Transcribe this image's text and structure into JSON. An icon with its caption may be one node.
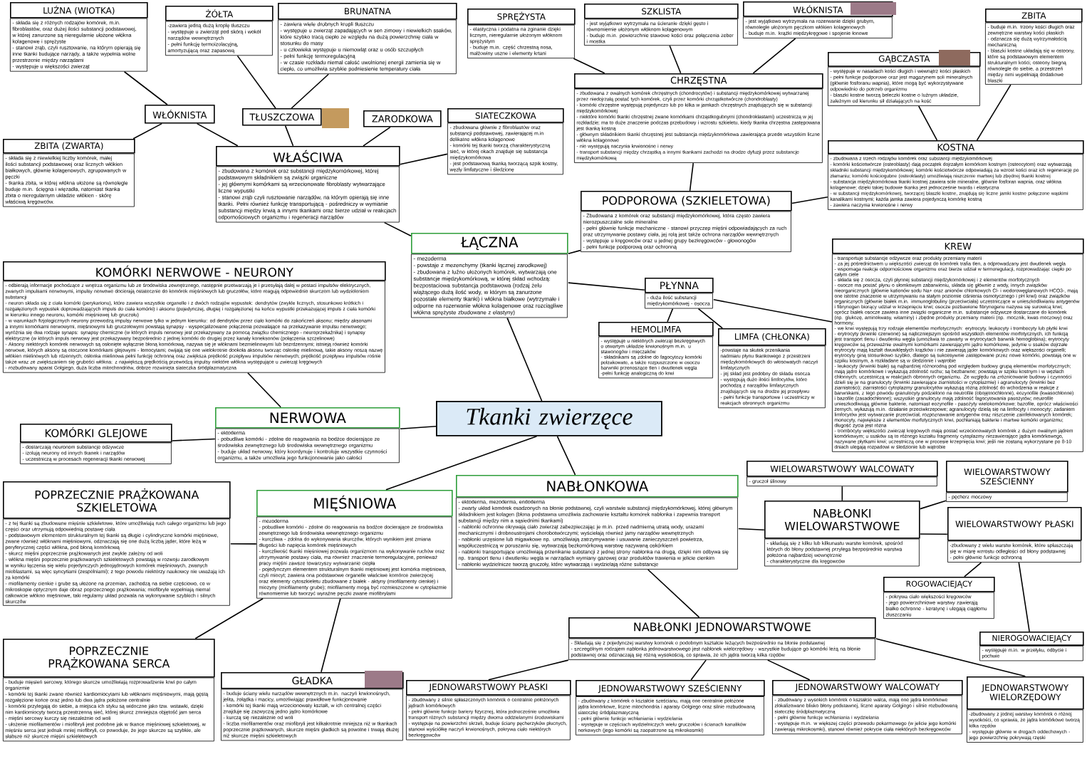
{
  "diagram": {
    "nodes": [
      {
        "text": [
          "Tkanki zwierzęce"
        ]
      },
      {
        "text": [
          "ŁĄCZNA",
          "- mezoderma",
          "- powstaje z mezenchymy (tkanki łącznej zarodkowej)",
          "- zbudowana z luźno ułożonych komórek, wytwarzają one substancje międzykomórkową, w której skład wchodzą: bezpostaciowa substancja podstawowa (rodzaj żelu wiążącego dużą ilość wody, w którym są zanurzone pozostałe elementy tkanki) i włókna białkowe (wytrzymałe i odporne na rozerwanie włókna kolagenowe oraz rozciągliwe włókna sprężyste zbudowane z elastyny)"
        ]
      },
      {
        "text": [
          "WŁAŚCIWA",
          "- zbudowana z komórek oraz substancji międzykomórkowej, której podstawowym składnikiem są związki organiczne",
          "- jej głównymi komórkami są wrzecionowate fibroblasty wytwarzające liczne wypustki",
          "- stanowi zrąb czyli rusztowanie narządów, na którym opierają się inne tkanki. Pełni również funkcję transportującą - pośredniczy w wymianie substancji między krwią a innymi tkankami oraz bierze udział w reakcjach odpornościowych organizmu i regeneracji narządów"
        ]
      },
      {
        "text": [
          "WŁÓKNISTA"
        ]
      },
      {
        "text": [
          "LUŹNA (WIOTKA)",
          "- składa się z różnych rodzajów komórek, m.in. fibroblastów, oraz dużej ilości substancji podstawowej, w której zanurzone są nieregularnie ułożone włókna kolagenowe i sprężyste",
          "- stanowi zrąb, czyli rusztowanie, na którym opierają się inne tkanki budujące narządy, a także wypełnia wolne przestrzenie między narządami",
          "- występuje u większości zwierząt"
        ]
      },
      {
        "text": [
          "ZBITA (ZWARTA)",
          "- składa się z niewielkiej liczby komórek, małej ilości substancji podstawowej oraz licznych włókien białkowych, głównie kolagenowych, zgrupowanych w pęczki",
          "- tkanka zbita, w której włókna ułożone są równolegle buduje m.in. ścięgna i więzadła, natomiast tkanka zbita o nieregularnym układzie włókien - skórę właściwą kręgowców."
        ]
      },
      {
        "text": [
          "TŁUSZCZOWA"
        ]
      },
      {
        "text": [
          "ŻÓŁTA",
          "-zawiera jedną dużą kroplę tłuszczu",
          "- występuje u zwierząt pod skórą i wokół narządów wewnętrznych",
          "- pełni funkcję termoizolacyjną, amortyzującą oraz zapasową"
        ]
      },
      {
        "text": [
          "BRUNATNA",
          "- zawiera wiele drobnych kropli tłuszczu",
          "- występuje u zwierząt zapadających w sen zimowy i niewielkich ssaków, które szybko tracą ciepło ze względu na dużą powierzchnię ciała w stosunku do masy",
          "- u człowieka występuje u niemowląt oraz u osób szczupłych",
          "- pełni funkcję termoregulacyjną",
          "- w czasie rozkładu niemal całość uwolnionej energii zamienia się w ciepło, co umożliwia szybkie podniesienie temperatury ciała"
        ]
      },
      {
        "text": [
          "ZARODKOWA"
        ]
      },
      {
        "text": [
          "SIATECZKOWA",
          "- zbudowana głównie z fibroblastów oraz substancji podstawowej, zawierającej m.in delikatne włókna kolagenowe",
          "- komórki tej tkanki tworzą charakterystyczną sieć, w której okach znajduje się substancja międzykomórkowa",
          "- jest podstawową tkanką tworzącą szpik kostny, węzły limfatyczne i śledzionę"
        ]
      },
      {
        "text": [
          "PODPOROWA (SZKIELETOWA)",
          "- Zbudowana z komórek oraz substancji międzykomórkowej, która często zawiera nierozpuszczalne sole mineralne",
          "- pełni głównie funkcje mechaniczne - stanowi przyczep mięśni odpowiadających za ruch oraz utrzymywanie postawy ciała, jej rolą jest także ochrona narządów wewnętrznych",
          "- występuje u kręgowców oraz u jednej grupy bezkręgowców - głowonogów",
          "- pełni funkcje podporową oraz ochronną"
        ]
      },
      {
        "text": [
          "CHRZĘSTNA",
          "- zbudowana z owalnych komórek chrzęstnych (chondrocytów) i substancji międzykomórkowej wytwarzanej przez niedojrzałą postać tych komórek, czyli przez komórki chrząstkotwórcze (chondroblasty)",
          "- komórki chrzęstne występują pojedynczo lub po kilka w jamkach chrzęstnych znajdujących się w substancji międzykomórkowej",
          "- niektóre komórki tkanki chrzęstnej zwane komórkami chrząstkogubnymi (chondroklastami) uczestniczą w jej rozkładzie; ma to duże znaczenie podczas przebudowy i wzrostu szkieletu, kiedy tkanka chrzęstna zastępowana jest tkanką kostną",
          "- głównym składnikiem tkanki chrzęstnej jest substancja międzykomórkowa zawierająca przede wszystkim liczne włókna kolagenowe",
          "- nie występują naczynia krwionośne i nerwy",
          "- transport substancji między chrząstką a innymi tkankami zachodzi na drodze dyfuzji przez substancje międzykomórkową"
        ]
      },
      {
        "text": [
          "SPRĘŻYSTA",
          "- elastyczna i podatna na zginanie dzięki licznym, nieregularnie ułożonym włóknom sprężystym",
          "- buduje m.in. część chrzestną nosa, małżowiny uszne i elementy krtani"
        ]
      },
      {
        "text": [
          "SZKLISTA",
          "- jest wyjątkowo wytrzymała na ścieranie dzięki gęsto i równomiernie ułożonym włóknom kolagenowym",
          "- buduje m.in. powierzchnie stawowe kości oraz połączenia żeber i mostka"
        ]
      },
      {
        "text": [
          "WŁÓKNISTA",
          "- jest wyjątkowo wytrzymała na rozerwanie dzięki grubym, równolegle ułożonym pęczkom włókien kolagenowych",
          "- buduje m.in. krążki międzykręgowe i spojenie łonowe"
        ]
      },
      {
        "text": [
          "KOSTNA",
          "- zbudowana z trzech rodzajów komórek oraz substancji międzykomórkowej",
          "- komórki kościotwórcze (osteoblasty) dają początek dojrzałym komórkom kostnym (osteocytom) oraz wytwarzają składniki substancji międzykomórkowej; komórki kościotwórcze odpowiadają za wzrost kości oraz ich regenerację po złamaniu; komórki kościogubne (osteoklasty) umożliwiają niszczenie martwej lub zbędnej tkanki kostnej",
          "- substancja międzykomórkowa tkanki kostnej zawiera sole mineralne, głównie fosforan wapnia, oraz włókna kolagenowe; dzięki takiej budowie tkanka jest jednocześnie twarda i elastyczna",
          "- w substancji międzykomórkowej, tworzącej blaszki kostne, znajdują się liczne jamki kostne połączone wąskimi kanalikami kostnymi; każda jamka zawiera pojedynczą komórkę kostną",
          "- zawiera naczynia krwionośne i nerwy"
        ]
      },
      {
        "text": [
          "GĄBCZASTA",
          "- występuje w nasadach kości długich i wewnątrz kości płaskich",
          "- pełni funkcje podporowe oraz jest magazynem soli mineralnych (głównie fosforanu wapnia), które mogą być wykorzystywane odpowiednio do potrzeb organizmu",
          "- blaszki kostne tworzą beleczki kostne o luźnym układzie, zależnym od kierunku sił działających na kość"
        ]
      },
      {
        "text": [
          "ZBITA",
          "- buduje m.in. trzony kości długich oraz zewnętrzne warstwy kości płaskich",
          "- odznacza się dużą wytrzymałością mechaniczną",
          "- blaszki kostne układają się w osteony, które są podstawowym elementem strukturalnym kości; osteony biegną równolegle do siebie, a przestrzeń między nimi wypełniają dodatkowe blaszki"
        ]
      },
      {
        "text": [
          "PŁYNNA",
          "- duża ilość substancji międzykomórkowej - osocza"
        ]
      },
      {
        "text": [
          "HEMOLIMFA",
          "- występuje u niektórych zwierząt bezkręgowych o otwartym układzie krwionośnym m.in. u stawonogów i mięczaków",
          "- składnikami są zdolne do fagocytozy komórki pełzakowate, a także rozpuszczone w osoczu barwniki przenoszące tlen i dwutlenek węgla",
          "-pełni funkcję analogiczną do krwi"
        ]
      },
      {
        "text": [
          "LIMFA (CHŁONKA)",
          "-powstaje na skutek przenikania nadmiaru płynu tkankowego z przestrzeni międzykomórkowych do włosowatych naczyń limfatycznych",
          "- jej skład jest podobny do składu osocza",
          "- występują duże ilości limfocytów, które pochodzą z narządów limfatycznych znajdujących się na drodze jej przepływu",
          "- pełni funkcje transportowe i uczestniczy w reakcjach obronnych organizmu"
        ]
      },
      {
        "text": [
          "KREW",
          "- transportuje substancje odżywcze oraz produkty przemiany materii",
          "- za jej pośrednictwem u większości zwierząt do komórek trafia tlen, a odprowadzany jest dwutlenek węgla",
          "- wspomaga reakcje odpornościowe organizmu oraz bierze udział w termoregulacji, rozprowadzając ciepło po całym ciele",
          "- składa się z osocza, czyli płynnej substancji międzykomórkowej i z elementów morfotycznych",
          "- osocze ma postać płynu o słomkowym zabarwieniu, składa się głównie z wody, innych związków nieorganicznych (głównie kationów sodu Na+ oraz anionów chlorkowych Cl- i wodorowęglanowych HCO3-, mają one istotne znaczenie w utrzymywaniu na stałym poziomie ciśnienia osmotycznego i pH krwi) oraz związków organicznych (głównie białek m.in. immunoglobuliny (przeciwciała) uczestniczące w unieszkodliwianiu antygenów i fibrynogen biorący udział w krzepnięciu krwi; osocze pozbawione fibrynogenu nazywa się surowicą krwi; oprócz białek osocze zawiera inne związki organiczne m.in. substancje odżywcze dostarczane do komórek (np. glukozę, aminokwasy, witaminy) i zbędne produkty przemiany materii (np. mocznik, kwas moczowy) oraz hormony.",
          "- we krwi występują trzy rodzaje elementów morfotycznych: erytrocyty, leukocyty i trombocyty lub płytki krwi",
          "- erytrocyty (krwinki czerwone) są najliczniejszym spośród wszystkich elementów morfotycznych, ich funkcją jest transport tlenu i dwutlenku węgla (umożliwia to zawarty w erytrocytach barwnik hemoglobina); erytrocyty kręgowców są przeważnie owalnymi komórkami zawierającymi jądro komórkowe, jedynie u ssaków dojrzałe erytrocyty mają kształt dwuwklęsłych krążków i nie zawierają jąder komórkowych oraz większości organelli; erytrocyty giną stosunkowo szybko, dlatego są sukcesywnie zastępowane przez nowe komórki, powstają one w szpiku kostnym, a rozkładane są w śledzionie i wątrobie",
          "- leukocyty (krwinki białe) są najbardziej różnorodną pod względem budowy grupą elementów morfotycznych; mają jądro komórkowe i wykazują zdolność ruchu; są bezbarwne; powstają w szpiku kostnym i w węzłach chłonnych; uczestniczą w reakcjach obronnych organizmu. Ze względu na zróżnicowanie budowy i czynności dzieli się je na granulocyty (krwinki zawierające ziarnistości w cytoplazmie) i agranulocyty (krwinki bez ziarnistości); ziarnistości cytoplazmy granulocytów wykazują różną zdolność do wchodzenia w reakcje z barwnikami, z tego powodu granulocyty podzielono na neutrofile (obojętnochłonne), eozynofile (kwasochłonne) i bazofile (zasadochłonne); wszystkie granulocyty mają zdolność fagocytowania pasożytów; neutrofile unieszkodliwiają głównie bakterie, natomiast eozynofile - pasożyty wielokomórkowe; bazofile, oprócz właściwości żernych, wykazują m.in. działanie przeciwkrzepowe; agranulocyty dzielą się na limfocyty i monocyty; zadaniem limfocytów jest wytwarzanie przeciwciał, rozpoznawanie antygenów oraz niszczenie zainfekowanych komórek; monocyty, największe z elementów morfotycznych krwi, pochłaniają bakterie i martwe komórki organizmu; długość życia jest różna",
          "- trombocyty większości zwierząt kręgowych mają postać wrzecionowatych komórek z dużym owalnym jądrem komórkowym; u ssaków są to różnego kształtu fragmenty cytoplazmy niezawierające jądra komórkowego, nazywane płytkami krwi; uczestniczą one w procesie krzepnięcia krwi; jeśli nie zostaną wykorzystane po 8-10 dniach ulegają rozpadowi w śledzionie lub wątrobie"
        ]
      },
      {
        "text": [
          "NERWOWA",
          "- ektoderma",
          "- pobudliwe komórki - zdolne do reagowania na bodźce docierające ze środowiska zewnętrznego lub środowiska wewnętrznego organizmu",
          "- buduje układ nerwowy, który koordynuje i kontroluje wszystkie czynności organizmu, a także umożliwia jego funkcjonowanie jako całości"
        ]
      },
      {
        "text": [
          "KOMÓRKI NERWOWE - NEURONY",
          "- odbierają informacje pochodzące z wnętrza organizmu lub ze środowiska zewnętrznego, następnie przetwarzają je i przesyłają dalej w postaci impulsów elektrycznych, zwanych impulsami nerwowymi, impulsy nerwowe docierają ostatecznie do komórek mięśniowych lub gruczołów, które reagują odpowiednio skurczem lub wydzieleniem substancji",
          "- neuron składa się z ciała komórki (perykarionu), które zawiera wszystkie organelle i z dwóch rodzajów wypustek: dendrytów (zwykle licznych, stosunkowo krótkich i rozgałęzionych wypustek doprowadzających impuls do ciała komórki) i aksonu (pojedynczej, długiej i rozgałęzionej na końcu wypustki przekazującej impuls z ciała komórki w kierunku innego neuronu, komórki mięśniowej lub gruczołu)",
          "- w warunkach fizjologicznych neurony przewodzą impulsy nerwowe tylko w jednym kierunku: od dendrytów przez ciało komórki do zakończeń aksonu; między aksonami a innymi komórkami nerwowymi, mięśniowymi lub gruczołowymi powstają synapsy - wyspecjalizowane połączenia pozwalające na przekazywanie impulsu nerwowego; wyróżnia się dwa rodzaje synaps: synapsy chemiczne (w których impuls nerwowy jest przekazywany za pomocą związku chemicznego - neuroprzekaźnika) i synapsy elektryczne (w których impuls nerwowy jest przekazywany bezpośrednio z jednej komórki do drugiej przez kanały koneksonów (połączenia szczelinowe)",
          "- Aksony niektórych komórek nerwowych są osłonięte wyłącznie błoną komórkową, nazywa się je włóknami bezmielinowymi lub bezrdzennymi; istnieją również komórki nerwowe, których aksony są otoczone komórkami glejowymi - lemocytami; owijają się one wielokrotnie dookoła aksonu tworząc osłonkę mielinową, takie aksony noszą nazwę włókien mielinowych lub rdzennych; osłonka mielinowa pełni funkcję ochronną oraz zwiększa prędkość przepływu impulsów nerwowych; prędkość przepływu impulsów rośnie także wraz ze zwiększaniem się grubości włókna: z największą prędkością przewodzą impulsy niektóre włókna występujące u zwierząt kręgowych",
          "- rozbudowany aparat Golgiego, duża liczba mitochondriów, dobrze rozwinięta siateczka śródplazmatyczna"
        ]
      },
      {
        "text": [
          "KOMÓRKI GLEJOWE",
          "- dostarczają neuronom substancje odżywcze",
          "- izolują neurony od innych tkanek i narządów",
          "- uczestniczą w procesach regeneracji tkanki nerwowej"
        ]
      },
      {
        "text": [
          "MIĘŚNIOWA",
          "- mezoderma",
          "- pobudliwe komórki - zdolne do reagowania na bodźce docierające ze środowiska zewnętrznego lub środowiska wewnętrznego organizmu",
          "- kurczliwa - zdolna do wykonywania skurczów, których wynikiem jest zmiana długości lub napięcia komórek mięśniowych",
          "- kurczliwość tkanki mięśniowej pozwala organizmom na wykonywanie ruchów oraz utrzymywanie postawy ciała, ma również znaczenie termoregulacyjne, ponieważ pracy mięśni zawsze towarzyszy wytwarzanie ciepła",
          "- pojedynczym elementem strukturalnym tkanki mięśniowej jest komórka mięśniowa, czyli miocyt; zawiera ona podstawowe organelle właściwe komórce zwierzęcej oraz elementy cytoszkieletu zbudowane z białek - aktyny (miofilamenty cienkie) i miozyny (miofilamenty grube); miofilamenty mogą być rozmieszczone w cytoplazmie równomiernie lub tworzyć wyraźne pęczki zwane miofibrylami"
        ]
      },
      {
        "text": [
          "POPRZECZNIE PRĄŻKOWANA SZKIELETOWA",
          "- z tej tkanki są zbudowane mięśnie szkieletowe, które umożliwiają ruch całego organizmu lub jego części oraz utrzymują odpowiednią postawę ciała",
          "- podstawowym elementem strukturalnym tej tkanki są długie i cylindryczne komórki mięśniowe, zwane również włóknami mięśniowymi, odznaczają się one dużą liczbą jąder, które leżą w peryferycznej części włókna, pod błoną komórkową",
          "- skurcz mięśni poprzecznie prążkowanych jest zwykle zależny od woli",
          "- włókna mięśni poprzecznie prążkowanych szkieletowych powstają w rozwoju zarodkowym w wyniku łączenia się wielu pojedynczych jednojądrowych komórek mięśniowych, zwanych mioblastami, są więc syncytiami (zespólniami); z tego powodu niektórzy naukowcy nie uważają ich za komórki",
          "- miofilamenty cienkie i grube są ułożone na przemian, zachodzą na siebie częściowo, co w mikroskopie optycznym daje obraz poprzecznego prążkowania; miofibryle wypełniają niemal całkowicie włókno mięśniowe, taki regularny układ pozwala na wykonywanie szybkich i silnych skurczów"
        ]
      },
      {
        "text": [
          "POPRZECZNIE PRĄŻKOWANA SERCA",
          "- buduje mięsień sercowy, którego skurcze umożliwiają rozprowadzenie krwi po całym organizmie",
          "- komórki tej tkanki zwane również kardiomiocytami lub włóknami mięśniowymi, mają gęstą rozgałęzione końce oraz jedno lub dwa jądra położone centralnie",
          "- komórki przylegają do siebie, a miejsca ich styku są widoczne jako tzw. wstawki, dzięki nim kardiomiocyty tworzą przestrzenną sieć, której skurcz zmniejsza objętość jam serca",
          "- mięśni sercowy kurczy się niezależnie od woli",
          "- ułożenie miofilamentów i miofibryli jest podobne jak w tkance mięśniowej szkieletowej, w mięśniu serca jest jednak mniej miofibryli, co powoduje, że jego skurcze są szybkie, ale słabsze niż skurcze mięśni szkieletowych"
        ]
      },
      {
        "text": [
          "GŁADKA",
          "- buduje ściany wielu narządów wewnętrznych m.in. naczyń krwionośnych, jelita, żołądka i macicy, umożliwiając prawidłowe funkcjonowanie",
          "- komórki tej tkanki mają wrzecionowaty kształt, w ich centralnej części znajduje się zazwyczaj jedno jądro komórkowe",
          "- kurczą się niezależnie od woli",
          "- liczba miofilamentów oraz miofibryli jest kilkakrotnie mniejsza niż w tkankach poprzecznie prążkowanych, skurcze mięśni gładkich są powolne i trwają dłużej niż skurcze mięśni szkieletowych"
        ]
      },
      {
        "text": [
          "NABŁONKOWA",
          "- ektoderma, mezoderma, endoderma",
          "- zwarty układ komórek osadzonych na błonie podstawnej, czyli warstwie substancji międzykomórkowej, której głównym składnikiem jest kolagen (błona podstawna umożliwia zachowanie kształtu komórek nabłonka i zapewnia transport substancji między nim a sąsiednimi tkankami)",
          "- nabłonki ochronne okrywają ciało zwierząt zabezpieczając je m.in. przed nadmierną utratą wody, urazami mechanicznymi i drobnoustrojami chorobotwórczymi; wyściełają również jamy narządów wewnętrznych",
          "- nabłonki urzęsione lub migawkowe np. umożliwiają zatrzymywanie i usuwanie zanieczyszczeń powietrza, współuczestniczą w poruszaniu się, wytwarzają bezkomórkową warstwę nazywaną oskórkiem",
          "- nabłonki transportujące umożliwiają przenikanie substancji z jednej strony nabłonka na drugą, dzięki nim odbywa się np. transport tlenu i dwutlenku węgla w narządach wymiany gazowej oraz produktów trawienia w jelicie cienkim",
          "- nabłonki wydzielnicze tworzą gruczoły, które wytwarzają i wydzielają różne substancje"
        ]
      },
      {
        "text": [
          "NABŁONKI WIELOWARSTWOWE",
          "- składają się z kilku lub kilkunastu warstw komórek, spośród których do błony podstawnej przylega bezpośrednio warstwa położona najbardziej wewnętrznie",
          "- charakterystyczne dla kręgowców"
        ]
      },
      {
        "text": [
          "WIELOWARSTWOWY WALCOWATY",
          "- gruczoł ślinowy"
        ]
      },
      {
        "text": [
          "WIELOWARSTWOWY SZEŚCIENNY",
          "- pęcherz moczowy"
        ]
      },
      {
        "text": [
          "WIELOWARSTWOWY PŁASKI",
          "-zbudowany z wielu warstw komórek, które spłaszczają się w miarę wzrostu odległości od błony podstawnej",
          "- pełni głównie funkcje ochronną"
        ]
      },
      {
        "text": [
          "ROGOWACIEJĄCY",
          "- pokrywa ciało większości kręgowców",
          "- jego powierzchniowe warstwy zawierają białko ochronne - keratynę i ulegają ciągłemu złuszczaniu"
        ]
      },
      {
        "text": [
          "NIEROGOWACIEJĄCY",
          "- występuje m.in. w przełyku, odbycie i pochwie"
        ]
      },
      {
        "text": [
          "NABŁONKI JEDNOWARSTWOWE",
          "- Składają się z pojedynczej warstwy komórek o podobnym kształcie leżących bezpośrednio na błonie podstawnej",
          "- szczególnym rodzajem nabłonka jednowarstwowego jest nabłonek wielorzędowy - wszystkie budujące go komórki leżą na błonie podstawnej oraz odznaczają się różną wysokością, co sprawia, że ich jądra tworzą kilka rzędów"
        ]
      },
      {
        "text": [
          "JEDNOWARSTWOWY PŁASKI",
          "- zbudowany z silnie spłaszczonych komórek o centralnie położonych jądrach komórkowych",
          "- pełni głównie funkcje bariery fizycznej, która jednocześnie umożliwia transport różnych substancji między dwoma oddzielanymi środowiskami",
          "- występuje na powierzchni skrzeli, buduje ściany pęcherzyków płucnych, stanowi wyściółkę naczyń krwionośnych, pokrywa ciało niektórych bezkręgowców"
        ]
      },
      {
        "text": [
          "JEDNOWARSTWOWY SZEŚCIENNY",
          "- zbudowany z komórek o kształcie sześcianu, mają one centralnie położone jądra komórkowe, liczne mitochondria i aparaty Golgiego oraz silnie rozbudowaną siateczkę śródplazmatyczną",
          "- pełni głównie funkcje wchłaniania i wydzielania",
          "- występuje w częściach wydzielniczych wielu gruczołów i ścianach kanalików nerkowych (jego komórki są zaopatrzone są mikrokosmki)"
        ]
      },
      {
        "text": [
          "JEDNOWARSTWOWY WALCOWATY",
          "- zbudowany z wysokich komórek o kształcie walca, mają one jądra komórkowe zlokalizowane blisko błony podstawnej, liczne aparaty Golgiego i silnie rozbudowaną siateczkę śródplazmatyczną",
          "- pełni głównie funkcje wchłaniania i wydzielania",
          "- występuje m.in. w większej części przewodu pokarmowego (w jelicie jego komórki zawierają mikrokosmki), stanowi również pokrycie ciała niektórych bezkręgowców"
        ]
      },
      {
        "text": [
          "JEDNOWARSTWOWY WIELORZĘDOWY",
          "-zbudowany z jednej warstwy komórek o różnej wysokości, co sprawia, że jądra komórkowe tworzą kilka rzędów",
          "- występuje głównie w drogach oddechowych - jego powierzchnię pokrywają rzęski"
        ]
      }
    ],
    "edges": [
      {
        "from": 0,
        "to": 1,
        "arrow": "none"
      },
      {
        "from": 0,
        "to": 23,
        "arrow": "none"
      },
      {
        "from": 0,
        "to": 26,
        "arrow": "none"
      },
      {
        "from": 0,
        "to": 30,
        "arrow": "none"
      },
      {
        "from": 1,
        "to": 2,
        "arrow": "none"
      },
      {
        "from": 1,
        "to": 11,
        "arrow": "none"
      },
      {
        "from": 1,
        "to": 19,
        "arrow": "none"
      },
      {
        "from": 2,
        "to": 3,
        "arrow": "none"
      },
      {
        "from": 2,
        "to": 6,
        "arrow": "none"
      },
      {
        "from": 2,
        "to": 9,
        "arrow": "none"
      },
      {
        "from": 2,
        "to": 10,
        "arrow": "none"
      },
      {
        "from": 3,
        "to": 4,
        "arrow": "none"
      },
      {
        "from": 3,
        "to": 5,
        "arrow": "none"
      },
      {
        "from": 6,
        "to": 7,
        "arrow": "none"
      },
      {
        "from": 6,
        "to": 8,
        "arrow": "none"
      },
      {
        "from": 11,
        "to": 12,
        "arrow": "none"
      },
      {
        "from": 11,
        "to": 16,
        "arrow": "none"
      },
      {
        "from": 12,
        "to": 13,
        "arrow": "none"
      },
      {
        "from": 12,
        "to": 14,
        "arrow": "none"
      },
      {
        "from": 12,
        "to": 15,
        "arrow": "none"
      },
      {
        "from": 16,
        "to": 17,
        "arrow": "none"
      },
      {
        "from": 16,
        "to": 18,
        "arrow": "none"
      },
      {
        "from": 19,
        "to": 20,
        "arrow": "none"
      },
      {
        "from": 19,
        "to": 21,
        "arrow": "none"
      },
      {
        "from": 19,
        "to": 22,
        "arrow": "none"
      },
      {
        "from": 23,
        "to": 24,
        "arrow": "none"
      },
      {
        "from": 23,
        "to": 25,
        "arrow": "none"
      },
      {
        "from": 26,
        "to": 27,
        "arrow": "none"
      },
      {
        "from": 26,
        "to": 28,
        "arrow": "none"
      },
      {
        "from": 26,
        "to": 29,
        "arrow": "none"
      },
      {
        "from": 30,
        "to": 31,
        "arrow": "none"
      },
      {
        "from": 30,
        "to": 37,
        "arrow": "none"
      },
      {
        "from": 31,
        "to": 32,
        "arrow": "none"
      },
      {
        "from": 31,
        "to": 33,
        "arrow": "none"
      },
      {
        "from": 31,
        "to": 34,
        "arrow": "none"
      },
      {
        "from": 34,
        "to": 35,
        "arrow": "none"
      },
      {
        "from": 34,
        "to": 36,
        "arrow": "none"
      },
      {
        "from": 37,
        "to": 38,
        "arrow": "none"
      },
      {
        "from": 37,
        "to": 39,
        "arrow": "none"
      },
      {
        "from": 37,
        "to": 40,
        "arrow": "none"
      },
      {
        "from": 37,
        "to": 41,
        "arrow": "none"
      }
    ]
  }
}
